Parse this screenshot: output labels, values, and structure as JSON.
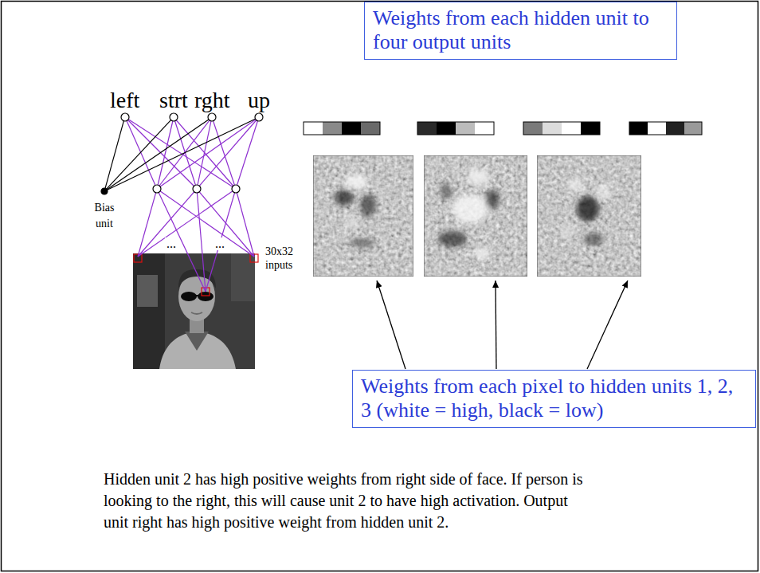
{
  "diagram": {
    "caption": "Hidden unit 2 has high positive weights from right side of face. If person is looking to the right, this will cause unit 2 to have high activation. Output unit right has high positive weight from hidden unit 2.",
    "nodes": [
      {
        "text": [
          "Weights from each hidden unit to four output units"
        ]
      },
      {
        "text": [
          "left"
        ]
      },
      {
        "text": [
          "strt"
        ]
      },
      {
        "text": [
          "rght"
        ]
      },
      {
        "text": [
          "up"
        ]
      },
      {
        "text": [
          "Bias unit"
        ]
      },
      {
        "text": [
          "Weights from each pixel to hidden units 1, 2, 3 (white = high, black = low)"
        ]
      }
    ],
    "edges": [
      {
        "from": 5,
        "to": 1,
        "arrow": "none"
      },
      {
        "from": 5,
        "to": 2,
        "arrow": "none"
      },
      {
        "from": 5,
        "to": 3,
        "arrow": "none"
      },
      {
        "from": 5,
        "to": 4,
        "arrow": "none"
      }
    ],
    "labels": [
      "...",
      "...",
      "30x32 inputs"
    ]
  }
}
